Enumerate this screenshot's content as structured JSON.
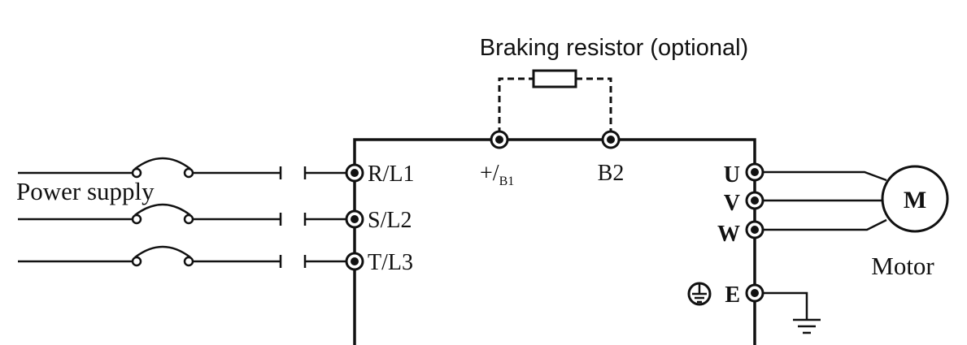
{
  "title": "Braking resistor (optional)",
  "power_label": "Power supply",
  "motor_label": "Motor",
  "motor_symbol": "M",
  "inputs": [
    "R/L1",
    "S/L2",
    "T/L3"
  ],
  "brake_terminals": {
    "b1_main": "+/",
    "b1_sub": "B1",
    "b2": "B2"
  },
  "outputs": [
    "U",
    "V",
    "W"
  ],
  "earth": "E"
}
